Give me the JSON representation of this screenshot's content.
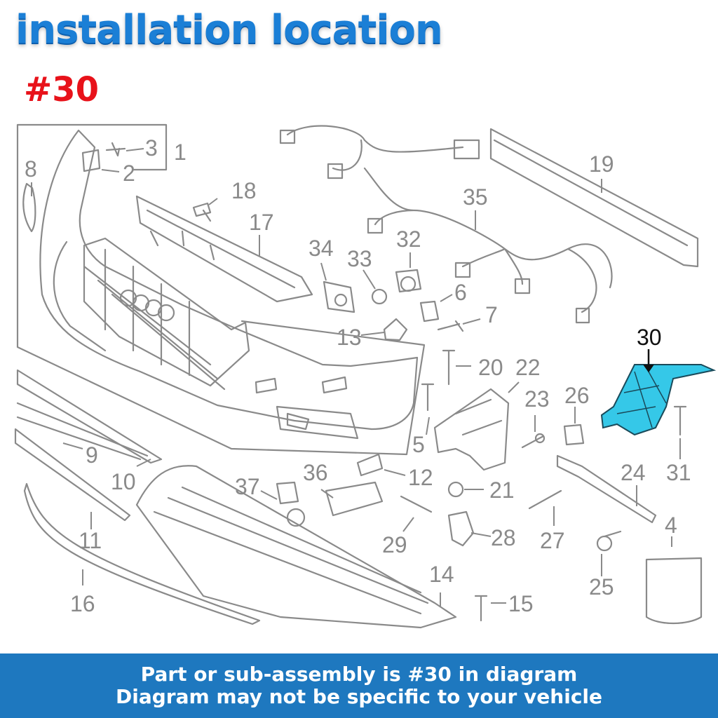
{
  "header": {
    "title": "installation location",
    "part_ref": "#30"
  },
  "diagram": {
    "highlight_color": "#35c8e8",
    "line_color": "#8a8a8a",
    "callouts": [
      "1",
      "2",
      "3",
      "4",
      "5",
      "6",
      "7",
      "8",
      "9",
      "10",
      "11",
      "12",
      "13",
      "14",
      "15",
      "16",
      "17",
      "18",
      "19",
      "20",
      "21",
      "22",
      "23",
      "24",
      "25",
      "26",
      "27",
      "28",
      "29",
      "30",
      "31",
      "32",
      "33",
      "34",
      "35",
      "36",
      "37"
    ],
    "highlighted_callout": "30"
  },
  "footer": {
    "line1_prefix": "Part or sub-assembly is",
    "line1_number": "#30",
    "line1_suffix": "in diagram",
    "line2": "Diagram may not be specific to your vehicle",
    "background": "#1e78bf"
  }
}
